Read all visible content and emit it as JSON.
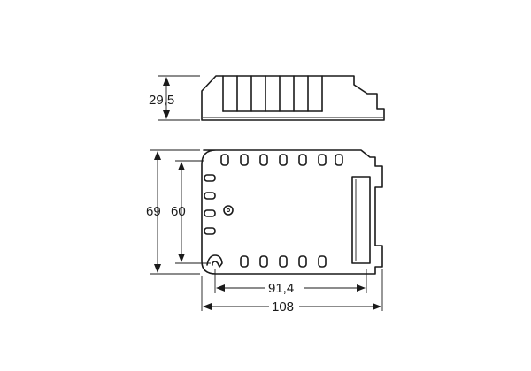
{
  "drawing": {
    "dimensions": {
      "height_side": "29,5",
      "height_outer": "69",
      "height_inner": "60",
      "width_inner": "91,4",
      "width_outer": "108"
    }
  }
}
